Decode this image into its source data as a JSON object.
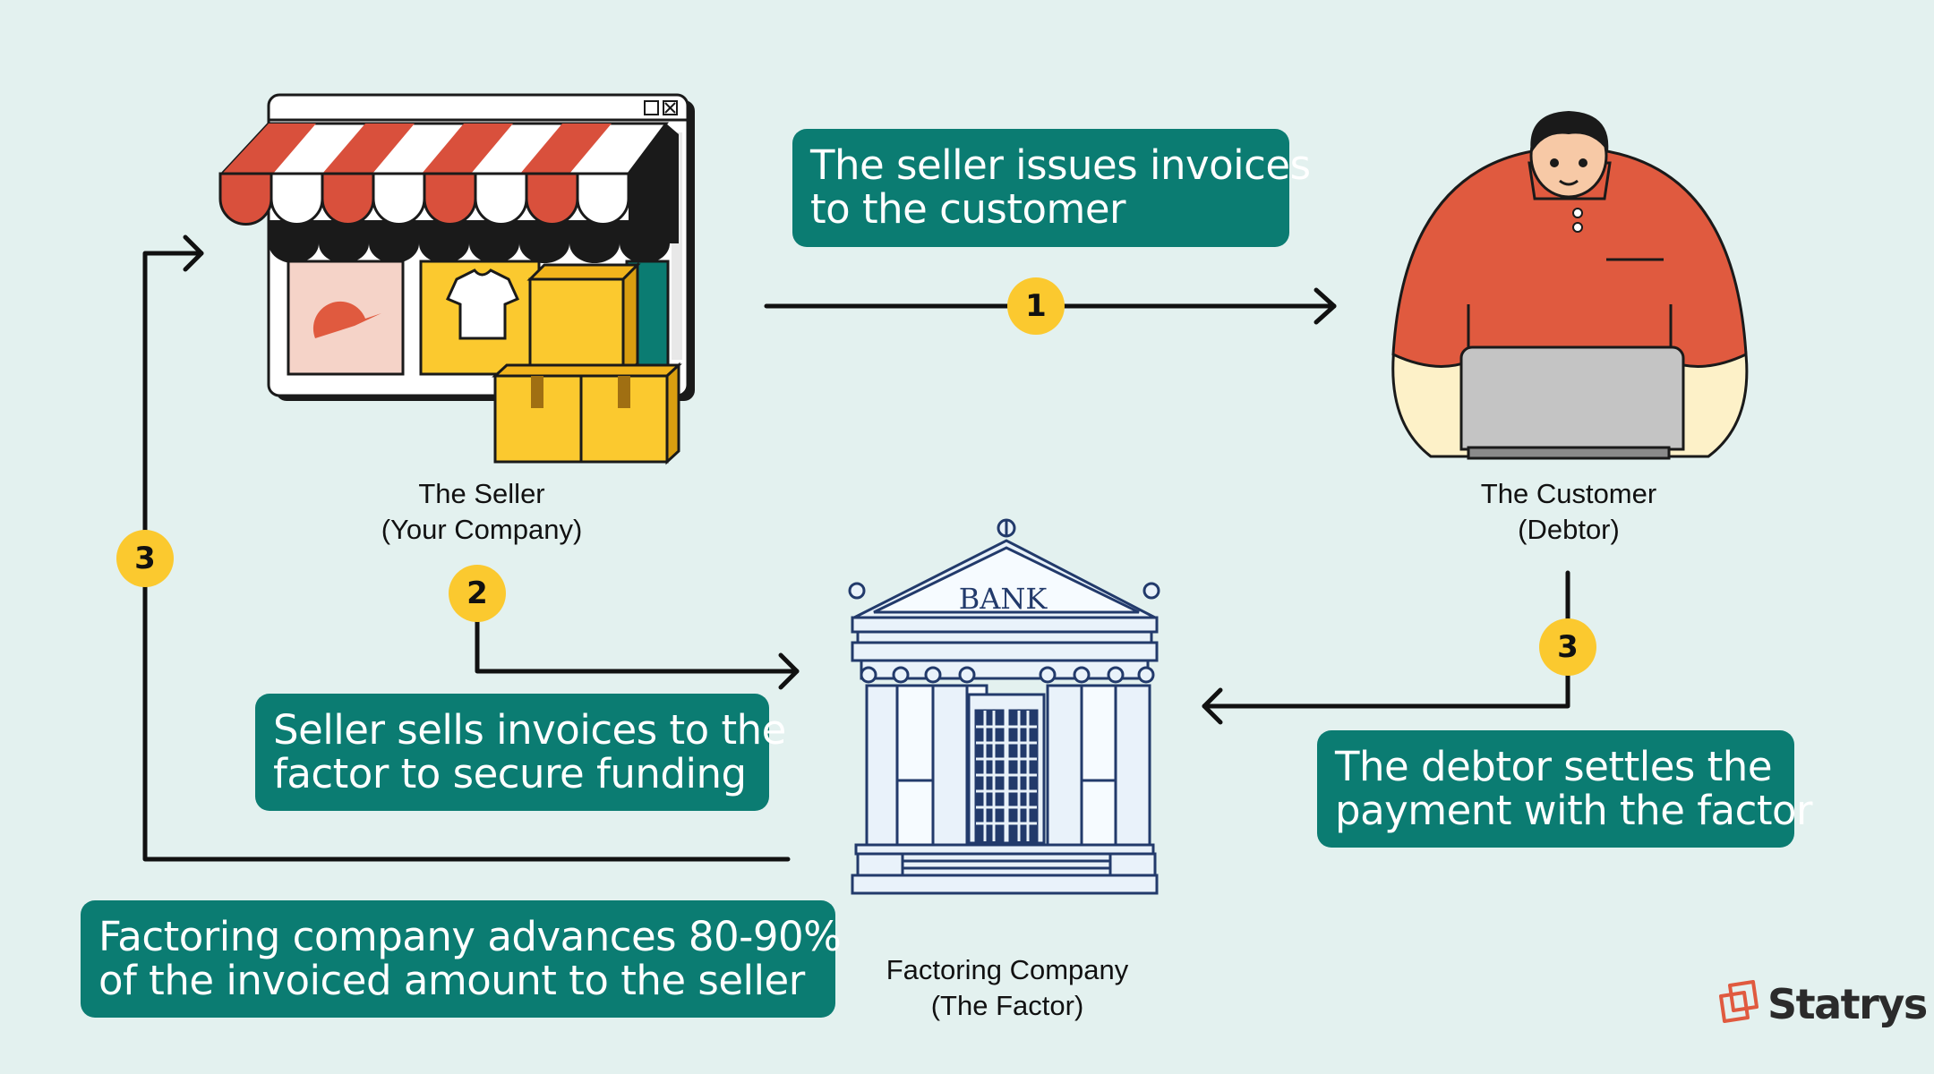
{
  "callouts": {
    "issue_invoices": [
      "The seller issues invoices",
      "to the customer"
    ],
    "sell_invoices": [
      "Seller sells invoices to the",
      "factor to secure funding"
    ],
    "debtor_settles": [
      "The debtor settles the",
      "payment with the factor"
    ],
    "factor_advances": [
      "Factoring company advances 80-90%",
      "of the invoiced amount to the seller"
    ]
  },
  "nodes": {
    "seller": [
      "The Seller",
      "(Your Company)"
    ],
    "customer": [
      "The Customer",
      "(Debtor)"
    ],
    "factor": [
      "Factoring Company",
      "(The Factor)"
    ]
  },
  "steps": {
    "seller_to_customer": "1",
    "seller_to_factor": "2",
    "customer_to_factor": "3",
    "factor_to_seller": "3"
  },
  "bank_sign": "BANK",
  "brand": {
    "name": "Statrys"
  },
  "colors": {
    "background": "#e3f1ef",
    "callout": "#0b7c72",
    "badge": "#fbc92f",
    "awning_red": "#d9503c",
    "shirt_red": "#e05a3f",
    "bank_blue": "#223a6b"
  }
}
